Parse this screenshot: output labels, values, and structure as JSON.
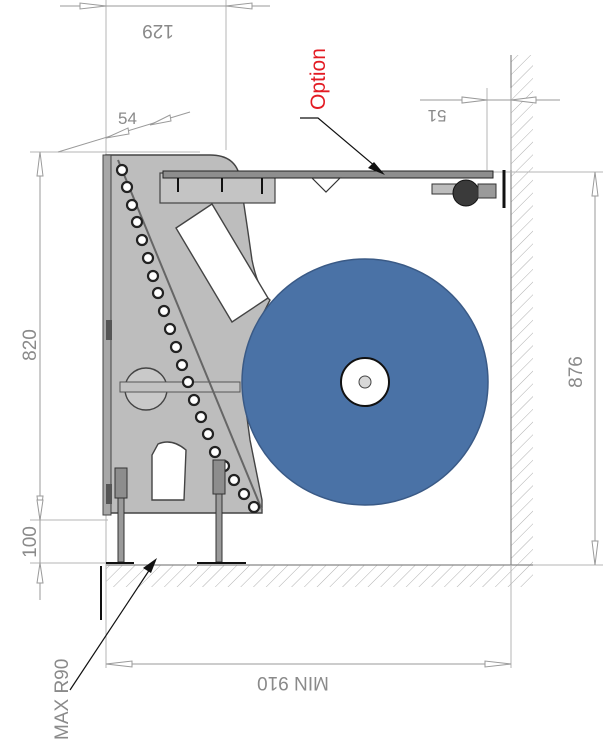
{
  "labels": {
    "option": "Option",
    "max_radius": "MAX R90",
    "dim_129": "129",
    "dim_54": "54",
    "dim_51": "51",
    "dim_820": "820",
    "dim_876": "876",
    "dim_100": "100",
    "dim_min910": "MIN 910"
  },
  "colors": {
    "roll": "#4a72a6",
    "frame": "#b9b9b9",
    "option_text": "#e31b23",
    "dimension": "#8a8a8a"
  }
}
